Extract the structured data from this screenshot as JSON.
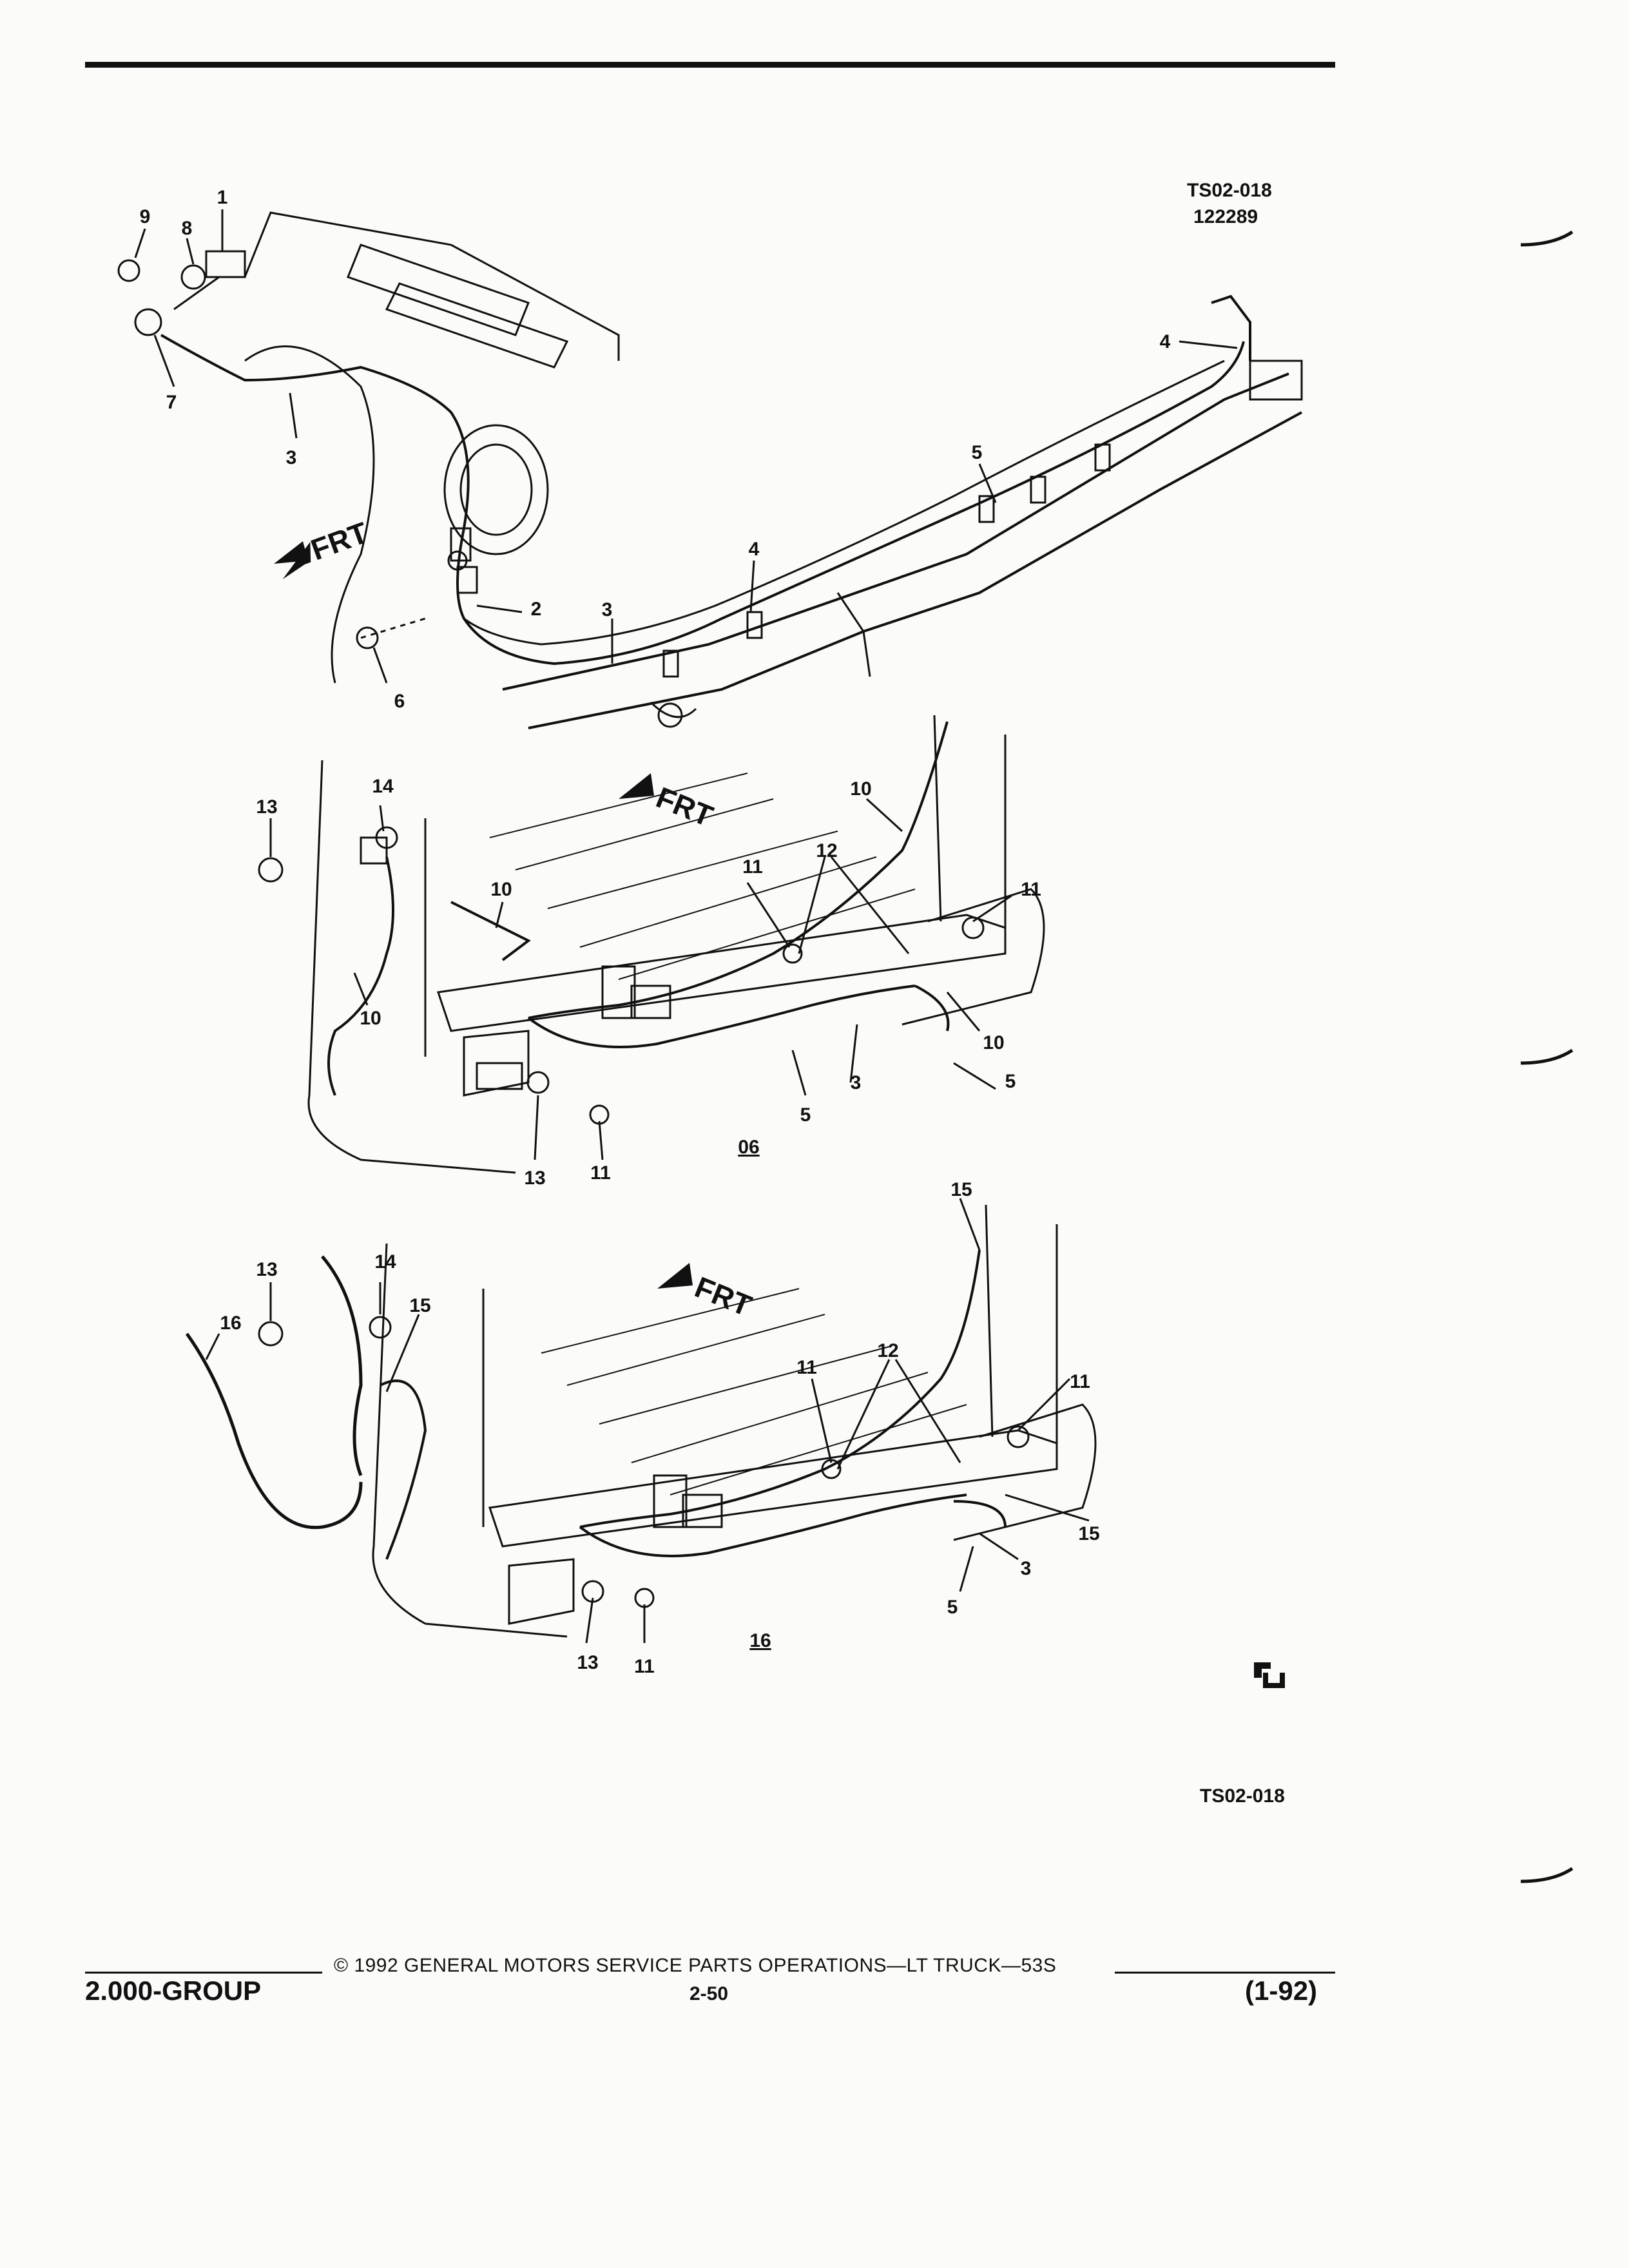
{
  "illustration_code": "TS02-018",
  "illustration_date": "122289",
  "illustration_code_bottom": "TS02-018",
  "front_label": "FRT",
  "views": {
    "top": {
      "callouts": [
        "1",
        "9",
        "8",
        "7",
        "3",
        "2",
        "6",
        "3",
        "4",
        "5",
        "4"
      ]
    },
    "middle": {
      "caption": "06",
      "callouts": [
        "13",
        "14",
        "10",
        "10",
        "10",
        "11",
        "12",
        "11",
        "5",
        "3",
        "10",
        "5",
        "13",
        "11"
      ]
    },
    "bottom": {
      "caption": "16",
      "callouts": [
        "15",
        "13",
        "14",
        "16",
        "15",
        "11",
        "12",
        "11",
        "15",
        "3",
        "5",
        "13",
        "11"
      ]
    }
  },
  "footer": {
    "copyright": "© 1992 GENERAL MOTORS SERVICE PARTS OPERATIONS—LT TRUCK—53S",
    "page": "2-50",
    "group": "2.000-GROUP",
    "revision": "(1-92)"
  }
}
